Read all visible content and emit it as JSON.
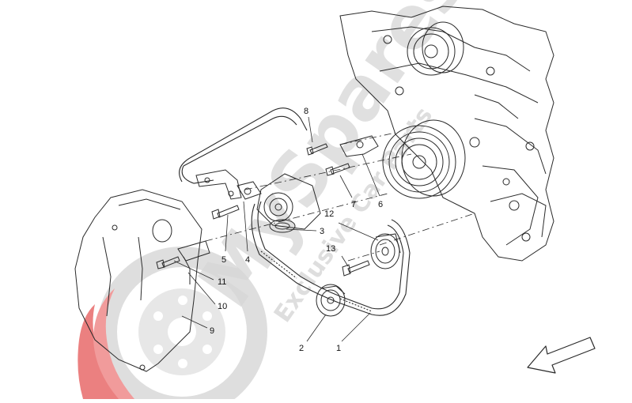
{
  "colors": {
    "line": "#2a2a2a",
    "watermark_gray": "#d9d9d9",
    "watermark_red": "#e86a6a"
  },
  "watermark": {
    "brand": "MySpares",
    "tagline": "Exclusive Car Parts"
  },
  "callouts": {
    "c1": "1",
    "c2": "2",
    "c3": "3",
    "c4": "4",
    "c5": "5",
    "c6": "6",
    "c7": "7",
    "c8": "8",
    "c9": "9",
    "c10": "10",
    "c11": "11",
    "c12": "12",
    "c13": "13"
  },
  "icons": {
    "direction_arrow": "front-direction-arrow-icon"
  }
}
